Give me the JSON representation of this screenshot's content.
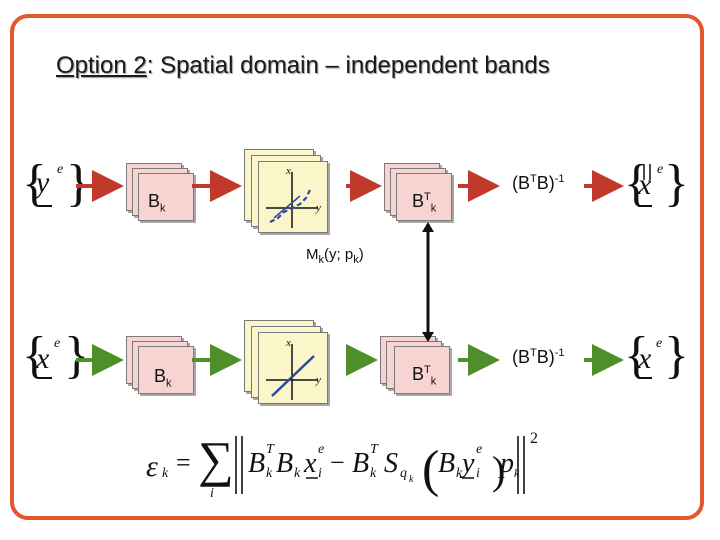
{
  "title": {
    "prefix": "Option 2",
    "rest": ": Spatial domain – independent bands"
  },
  "top_row": {
    "input_var": "y",
    "input_sup": "e",
    "b_label": "B",
    "b_sub": "k",
    "bt_label": "B",
    "bt_sup": "T",
    "bt_sub": "k",
    "inv_label_a": "(B",
    "inv_sup_t": "T",
    "inv_label_b": "B)",
    "inv_sup_neg1": "-1",
    "output_var": "x",
    "output_sup": "e",
    "axis_x": "x",
    "axis_y": "y"
  },
  "model_label": {
    "m": "M",
    "m_sub": "k",
    "args": "(y; p",
    "p_sub": "k",
    "close": ")"
  },
  "bottom_row": {
    "input_var": "x",
    "input_sup": "e",
    "b_label": "B",
    "b_sub": "k",
    "bt_label": "B",
    "bt_sup": "T",
    "bt_sub": "k",
    "inv_label_a": "(B",
    "inv_sup_t": "T",
    "inv_label_b": "B)",
    "inv_sup_neg1": "-1",
    "output_var": "x",
    "output_sup": "e",
    "axis_x": "x",
    "axis_y": "y"
  },
  "equation": {
    "eps": "ε",
    "eps_sub": "k",
    "equals": "=",
    "sum": "∑",
    "sum_sub": "i",
    "B1": "B",
    "B1_sup": "T",
    "B1_sub": "k",
    "B2": "B",
    "B2_sub": "k",
    "x": "x",
    "x_sup": "e",
    "x_sub": "i",
    "minus": "−",
    "B3": "B",
    "B3_sup": "T",
    "B3_sub": "k",
    "S": "S",
    "S_sub": "q",
    "S_subsub": "k",
    "B4": "B",
    "B4_sub": "k",
    "y": "y",
    "y_sup": "e",
    "y_sub": "i",
    "p": "p",
    "p_sub": "k",
    "power": "2"
  },
  "colors": {
    "frame": "#e4572e",
    "red_arrow": "#c0392b",
    "green_arrow": "#4e8f2a",
    "card_pink": "#f7d4d2",
    "card_yellow": "#fbf6c9",
    "connector": "#111111"
  }
}
